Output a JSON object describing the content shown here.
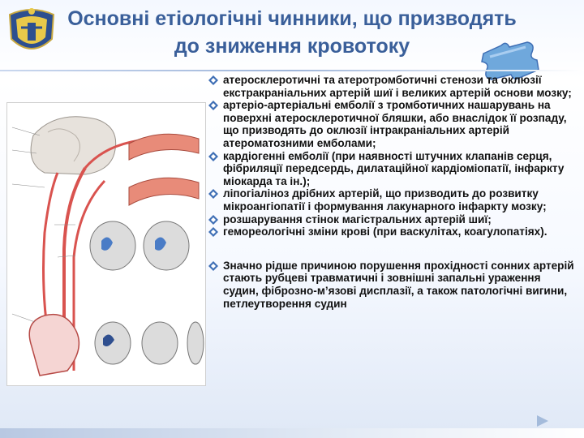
{
  "title": {
    "line1": "Основні етіологічні чинники, що призводять",
    "line2": "до зниження кровотоку"
  },
  "bullets": [
    "атеросклеротичні та атеротромботичні стенози та оклюзії екстракраніальних артерій шиї і великих артерій основи мозку;",
    "артеріо-артеріальні емболії з тромботичних нашарувань на поверхні атеросклеротичної бляшки, або внаслідок її розпаду, що призводять до оклюзії інтракраніальних артерій атероматозними емболами;",
    "кардіогенні емболії (при наявності штучних клапанів серця, фібриляції передсердь, дилатаційної кардіоміопатії, інфаркту міокарда та ін.);",
    "ліпогіаліноз дрібних артерій, що призводить до розвитку мікроангіопатії і формування лакунарного інфаркту мозку;",
    "розшарування стінок магістральних артерій шиї;",
    "гемореологічні зміни крові (при васкулітах, коагулопатіях)."
  ],
  "extra_bullet": "Значно рідше причиною порушення прохідності сонних артерій стають рубцеві травматичні і зовнішні запальні ураження судин, фіброзно-м’язові дисплазії, а також патологічні вигини, петлеутворення судин",
  "colors": {
    "title": "#3a5f9a",
    "bullet_mark": "#3f6fb5",
    "artery": "#d9534f",
    "puzzle": "#6fa8dc"
  },
  "icons": {
    "logo": "university-emblem-icon",
    "puzzle": "puzzle-piece-icon",
    "bullet": "diamond-bullet-icon",
    "nav": "next-slide-arrow-icon"
  }
}
